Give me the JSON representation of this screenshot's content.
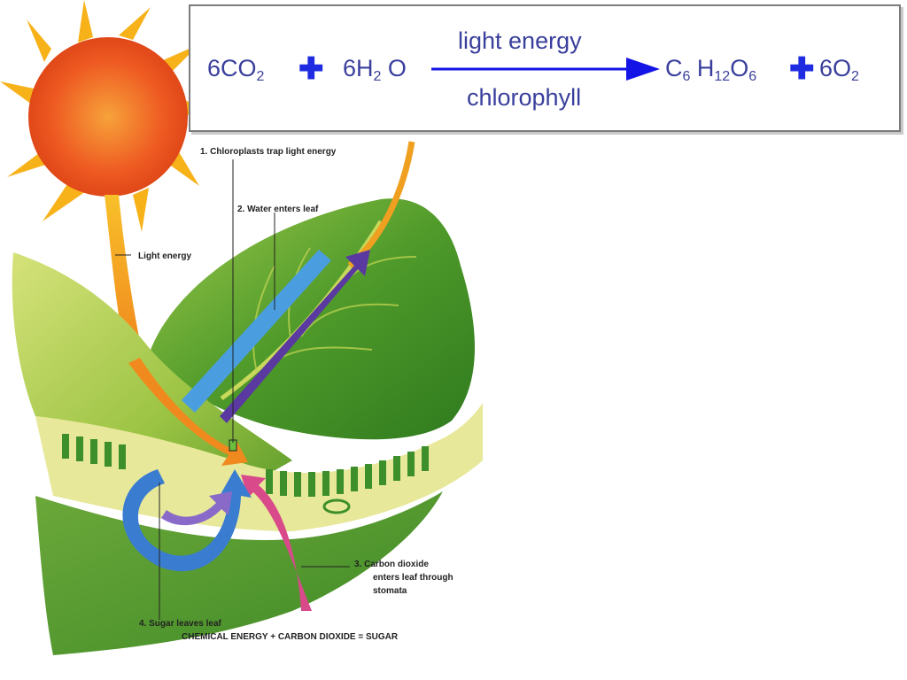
{
  "equation": {
    "reactant_1": "6CO",
    "reactant_1_sub": "2",
    "plus_1": "✚",
    "reactant_2_a": "6H",
    "reactant_2_sub": "2",
    "reactant_2_b": " O",
    "arrow_top": "light energy",
    "arrow_bottom": "chlorophyll",
    "product_1_c": "C",
    "product_1_c_sub": "6",
    "product_1_h": " H",
    "product_1_h_sub": "12",
    "product_1_o": "O",
    "product_1_o_sub": "6",
    "plus_2": "✚",
    "product_2": "6O",
    "product_2_sub": "2",
    "color_text": "#3a3f9c",
    "color_plus": "#1f2be0",
    "color_arrow": "#1414e6"
  },
  "diagram_labels": {
    "step_1": "1.  Chloroplasts trap light energy",
    "step_2": "2.  Water enters leaf",
    "light_energy": "Light energy",
    "step_3_line1": "3.  Carbon dioxide",
    "step_3_line2": "enters leaf through",
    "step_3_line3": "stomata",
    "step_4": "4.  Sugar leaves leaf",
    "summary": "CHEMICAL ENERGY + CARBON DIOXIDE = SUGAR"
  },
  "colors": {
    "sun": "#f05a1e",
    "sun_rays": "#f7b21a",
    "leaf": "#4f9a2a",
    "leaf_light": "#c8dc5a",
    "water_arrow": "#4a9ee0",
    "sugar_arrow": "#5a3aa0",
    "co2_arrow": "#d84a8a",
    "light_arrow": "#f08a1e"
  }
}
